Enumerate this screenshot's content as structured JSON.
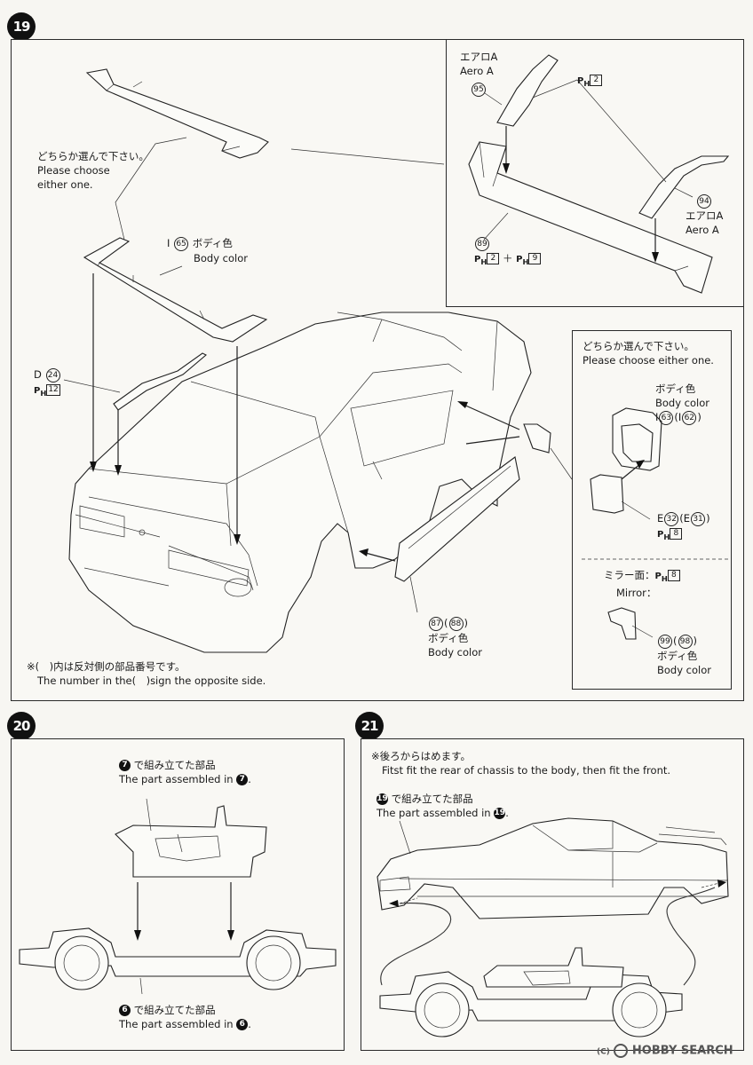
{
  "step19": {
    "number": "19",
    "choose_jp": "どちらか選んで下さい。",
    "choose_en1": "Please choose",
    "choose_en2": "either one.",
    "wing_part": "65",
    "wing_letter": "I",
    "wing_color_jp": "ボディ色",
    "wing_color_en": "Body color",
    "wiper_letter": "D",
    "wiper_part": "24",
    "wiper_paint": "12",
    "note_jp": "※(　)内は反対側の部品番号です。",
    "note_en": "The number in the(　)sign the opposite side.",
    "skirt_parts": [
      "87",
      "88"
    ],
    "skirt_color_jp": "ボディ色",
    "skirt_color_en": "Body color",
    "spoiler_inset": {
      "aero_a_jp_top": "エアロA",
      "aero_a_en_top": "Aero A",
      "part_95": "95",
      "paint_top": "2",
      "part_94": "94",
      "aero_a_jp_right": "エアロA",
      "aero_a_en_right": "Aero A",
      "part_89": "89",
      "paint_89a": "2",
      "paint_89b": "9"
    },
    "mirror_inset": {
      "choose_jp": "どちらか選んで下さい。",
      "choose_en": "Please choose either one.",
      "color_jp": "ボディ色",
      "color_en": "Body color",
      "mirror_letter": "I",
      "mirror_parts": [
        "63",
        "62"
      ],
      "glass_letter": "E",
      "glass_parts": [
        "32",
        "31"
      ],
      "glass_paint": "8",
      "mirror_face_jp": "ミラー面：",
      "mirror_face_paint": "8",
      "mirror_en": "Mirror：",
      "small_parts": [
        "99",
        "98"
      ],
      "small_color_jp": "ボディ色",
      "small_color_en": "Body color"
    }
  },
  "step20": {
    "number": "20",
    "top_ref": "7",
    "top_jp": "で組み立てた部品",
    "top_en": "The part assembled in",
    "bottom_ref": "6",
    "bottom_jp": "で組み立てた部品",
    "bottom_en": "The part assembled in"
  },
  "step21": {
    "number": "21",
    "note_jp": "※後ろからはめます。",
    "note_en": "Fitst fit the rear of chassis to the body, then fit the front.",
    "ref": "19",
    "ref_jp": "で組み立てた部品",
    "ref_en": "The part assembled in"
  },
  "watermark": {
    "brand": "HOBBY SEARCH",
    "copyright": "(C)"
  }
}
